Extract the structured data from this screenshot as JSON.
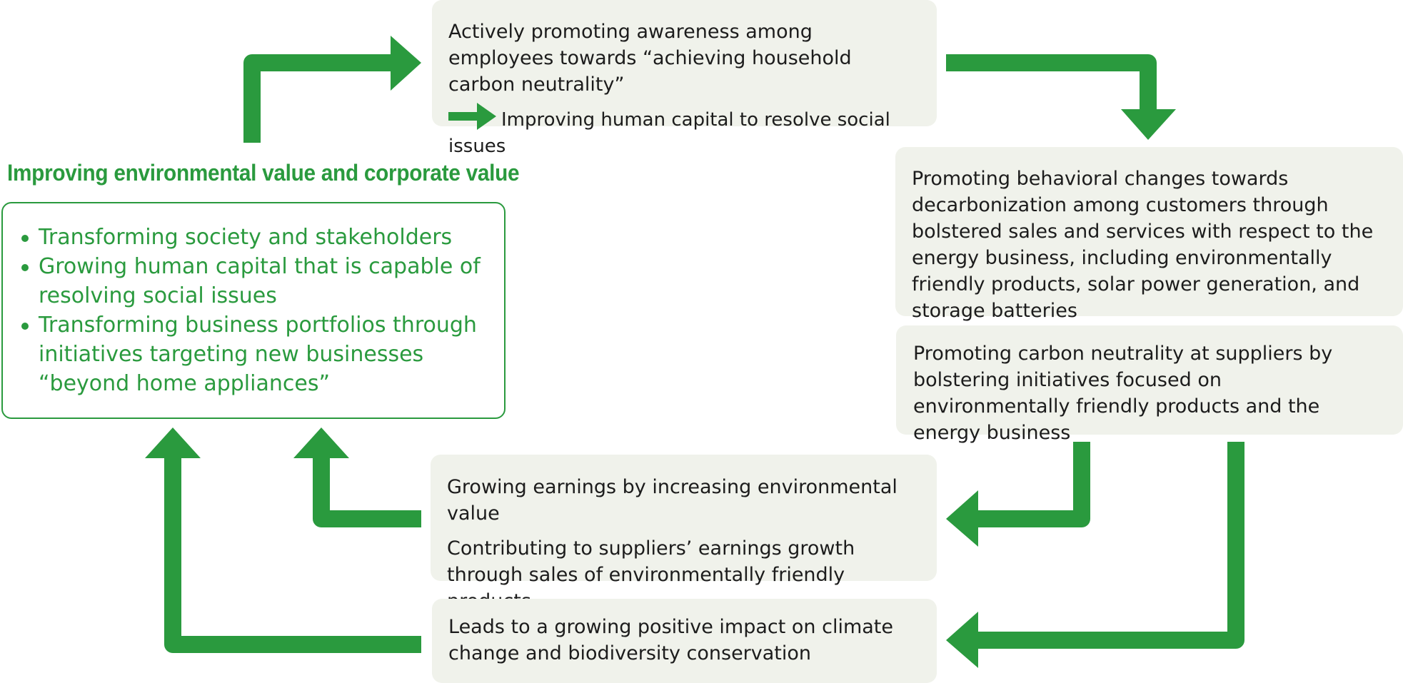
{
  "colors": {
    "accent": "#2a9a3e",
    "box_fill": "#f0f2eb"
  },
  "heading": "Improving environmental value and corporate value",
  "value_items": [
    "Transforming society and stakeholders",
    "Growing human capital that is capable of resolving social issues",
    "Transforming business portfolios through initiatives targeting new businesses “beyond home appliances”"
  ],
  "employees_box": {
    "text": "Actively promoting awareness among employees towards “achieving household carbon neutrality”",
    "subtext": "Improving human capital to resolve social issues"
  },
  "customers_box": {
    "text": "Promoting behavioral changes towards decarbonization among customers through bolstered sales and services with respect to the energy business, including environmentally friendly products, solar power generation, and storage batteries"
  },
  "suppliers_box": {
    "text": "Promoting carbon neutrality at suppliers by bolstering initiatives focused on environmentally friendly products and the energy business"
  },
  "earnings_box": {
    "line1": "Growing earnings by increasing environmental value",
    "line2": "Contributing to suppliers’ earnings growth through sales of environmentally friendly products"
  },
  "impact_box": {
    "text": "Leads to a growing positive impact on climate change and biodiversity conservation"
  }
}
